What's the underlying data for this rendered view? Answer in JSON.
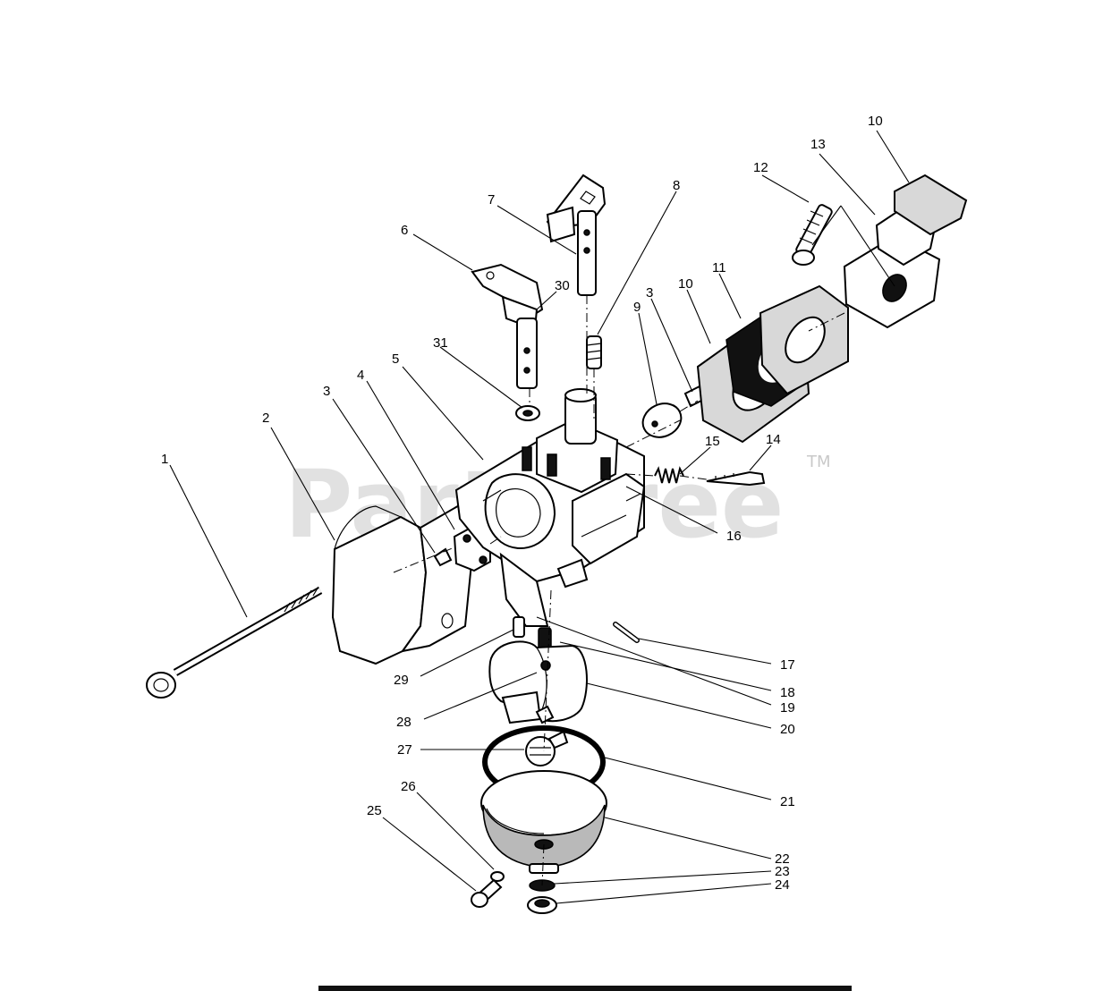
{
  "watermark": {
    "text": "PartsTree",
    "trademark": "TM"
  },
  "callouts": [
    {
      "label": "1"
    },
    {
      "label": "2"
    },
    {
      "label": "3"
    },
    {
      "label": "4"
    },
    {
      "label": "5"
    },
    {
      "label": "6"
    },
    {
      "label": "7"
    },
    {
      "label": "8"
    },
    {
      "label": "9"
    },
    {
      "label": "10"
    },
    {
      "label": "11"
    },
    {
      "label": "12"
    },
    {
      "label": "13"
    },
    {
      "label": "10"
    },
    {
      "label": "3"
    },
    {
      "label": "30"
    },
    {
      "label": "31"
    },
    {
      "label": "14"
    },
    {
      "label": "15"
    },
    {
      "label": "16"
    },
    {
      "label": "17"
    },
    {
      "label": "18"
    },
    {
      "label": "19"
    },
    {
      "label": "20"
    },
    {
      "label": "21"
    },
    {
      "label": "22"
    },
    {
      "label": "23"
    },
    {
      "label": "24"
    },
    {
      "label": "25"
    },
    {
      "label": "26"
    },
    {
      "label": "27"
    },
    {
      "label": "28"
    },
    {
      "label": "29"
    }
  ]
}
